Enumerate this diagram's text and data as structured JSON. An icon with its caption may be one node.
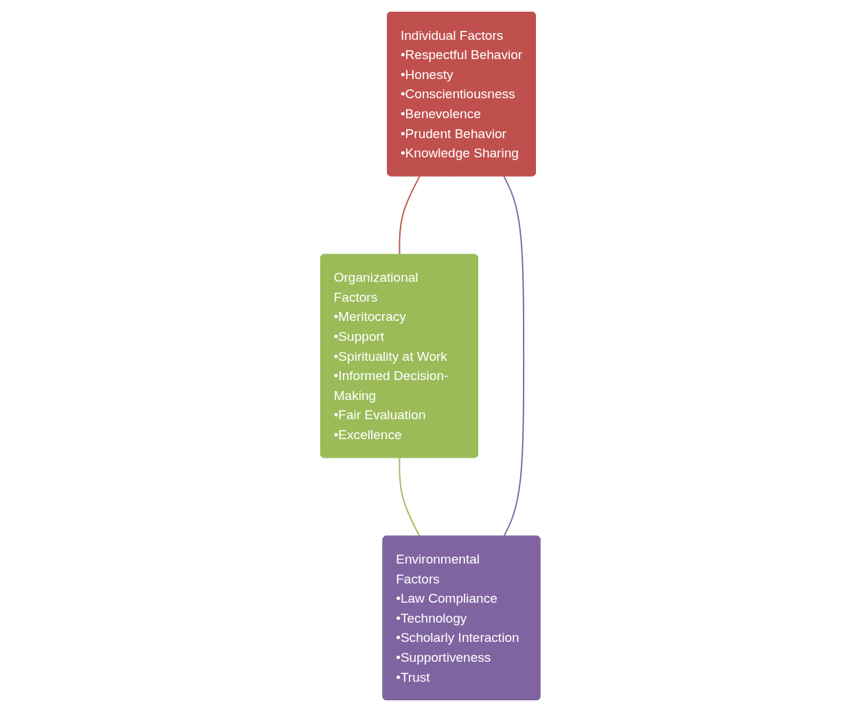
{
  "diagram": {
    "nodes": [
      {
        "text": [
          "Individual Factors",
          "•Respectful Behavior",
          "•Honesty",
          "•Conscientiousness",
          "•Benevolence",
          "•Prudent Behavior",
          "•Knowledge Sharing"
        ]
      },
      {
        "text": [
          "Environmental Factors",
          "•Law Compliance",
          "•Technology",
          "•Scholarly Interaction",
          "•Supportiveness",
          "•Trust"
        ]
      },
      {
        "text": [
          "Organizational Factors",
          "•Meritocracy",
          "•Support",
          "•Spirituality at Work",
          "•Informed Decision-Making",
          "•Fair Evaluation",
          "•Excellence"
        ]
      }
    ],
    "edges": [
      {
        "from": 0,
        "to": 2,
        "arrow": "none",
        "color": "#c0504d"
      },
      {
        "from": 2,
        "to": 1,
        "arrow": "none",
        "color": "#9bbb59"
      },
      {
        "from": 1,
        "to": 0,
        "arrow": "none",
        "color": "#8064a2"
      }
    ]
  }
}
